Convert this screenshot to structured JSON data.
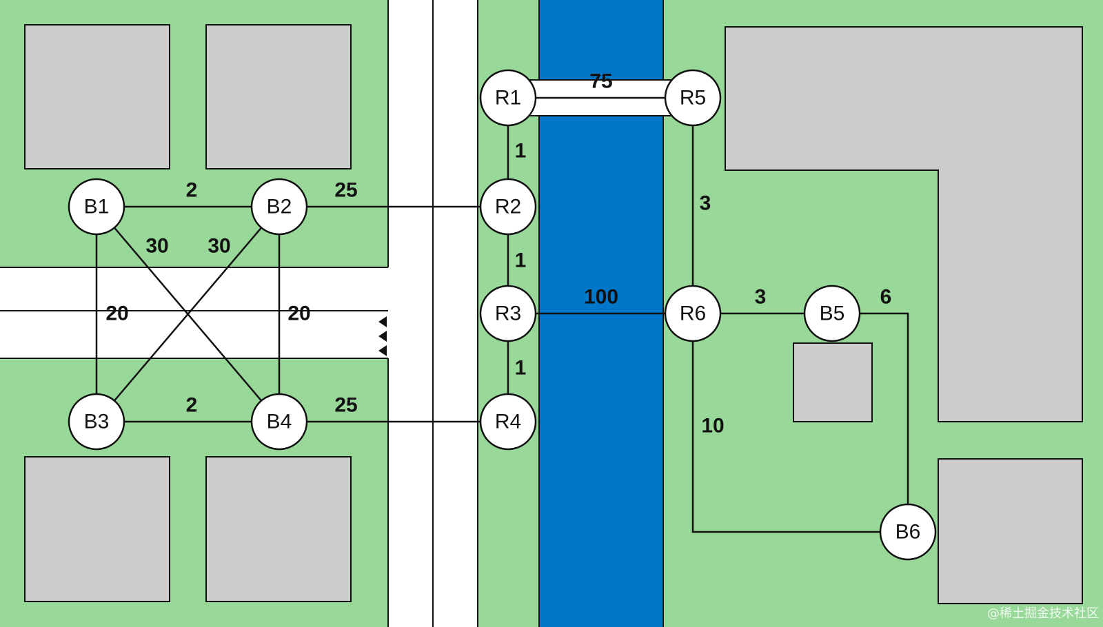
{
  "colors": {
    "grass": "#98d898",
    "building": "#cccccc",
    "road": "#ffffff",
    "river": "#0077c8",
    "edge": "#111111",
    "node_fill": "#ffffff",
    "node_stroke": "#111111"
  },
  "nodes": [
    {
      "id": "B1",
      "label": "B1"
    },
    {
      "id": "B2",
      "label": "B2"
    },
    {
      "id": "B3",
      "label": "B3"
    },
    {
      "id": "B4",
      "label": "B4"
    },
    {
      "id": "R1",
      "label": "R1"
    },
    {
      "id": "R2",
      "label": "R2"
    },
    {
      "id": "R3",
      "label": "R3"
    },
    {
      "id": "R4",
      "label": "R4"
    },
    {
      "id": "R5",
      "label": "R5"
    },
    {
      "id": "R6",
      "label": "R6"
    },
    {
      "id": "B5",
      "label": "B5"
    },
    {
      "id": "B6",
      "label": "B6"
    }
  ],
  "edges": [
    {
      "from": "B1",
      "to": "B2",
      "weight": "2"
    },
    {
      "from": "B3",
      "to": "B4",
      "weight": "2"
    },
    {
      "from": "B1",
      "to": "B3",
      "weight": "20"
    },
    {
      "from": "B2",
      "to": "B4",
      "weight": "20"
    },
    {
      "from": "B1",
      "to": "B4",
      "weight": "30"
    },
    {
      "from": "B2",
      "to": "B3",
      "weight": "30"
    },
    {
      "from": "B2",
      "to": "R2",
      "weight": "25"
    },
    {
      "from": "B4",
      "to": "R4",
      "weight": "25"
    },
    {
      "from": "R1",
      "to": "R2",
      "weight": "1"
    },
    {
      "from": "R2",
      "to": "R3",
      "weight": "1"
    },
    {
      "from": "R3",
      "to": "R4",
      "weight": "1"
    },
    {
      "from": "R1",
      "to": "R5",
      "weight": "75"
    },
    {
      "from": "R3",
      "to": "R6",
      "weight": "100"
    },
    {
      "from": "R5",
      "to": "R6",
      "weight": "3"
    },
    {
      "from": "R6",
      "to": "B5",
      "weight": "3"
    },
    {
      "from": "R6",
      "to": "B6",
      "weight": "10"
    },
    {
      "from": "B5",
      "to": "B6",
      "weight": "6"
    }
  ],
  "watermark": "@稀土掘金技术社区"
}
